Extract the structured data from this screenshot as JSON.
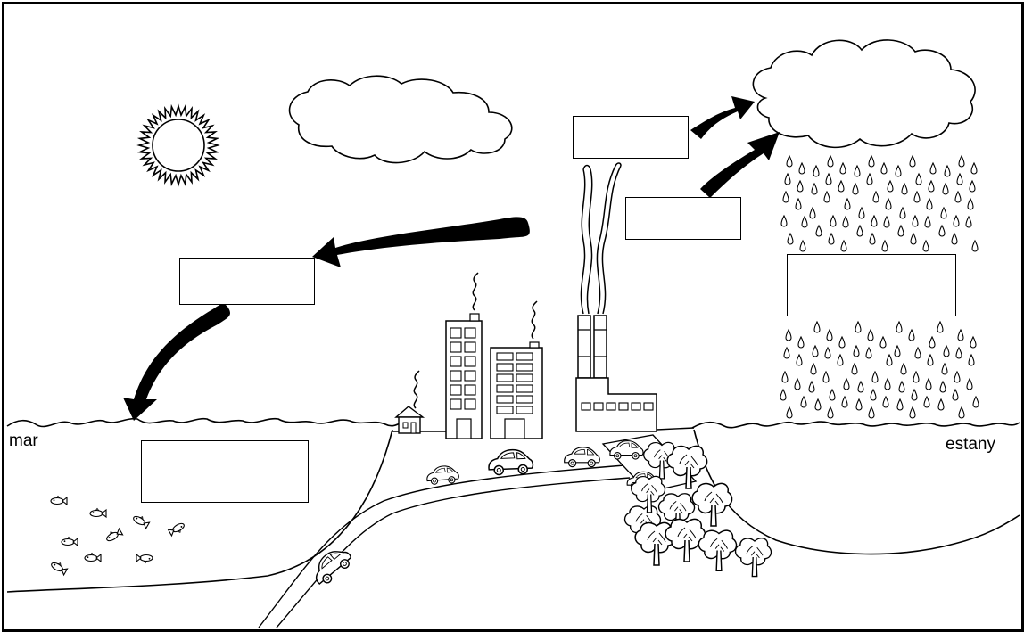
{
  "labels": {
    "sea": "mar",
    "pond": "estany"
  },
  "answer_boxes": [
    {
      "id": "evaporation-box",
      "value": ""
    },
    {
      "id": "transpiration-box",
      "value": ""
    },
    {
      "id": "precipitation-box",
      "value": ""
    },
    {
      "id": "condensation-transport-box",
      "value": ""
    },
    {
      "id": "sea-box",
      "value": ""
    }
  ],
  "colors": {
    "ink": "#000000",
    "paper": "#ffffff"
  }
}
